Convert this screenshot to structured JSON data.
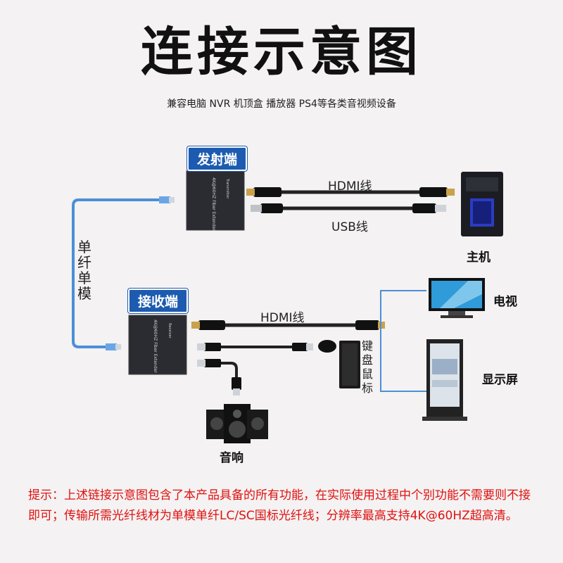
{
  "title": "连接示意图",
  "subtitle": "兼容电脑 NVR 机顶盒 播放器 PS4等各类音视频设备",
  "transmitter_badge": "发射端",
  "receiver_badge": "接收端",
  "fiber_label": "单纤单模",
  "cables": {
    "tx_hdmi": "HDMI线",
    "tx_usb": "USB线",
    "rx_hdmi": "HDMI线"
  },
  "devices": {
    "host": "主机",
    "tv": "电视",
    "display": "显示屏",
    "keyboard_mouse": "键盘鼠标",
    "audio": "音响"
  },
  "extender_text": {
    "model": "4K@60HZ Fiber Extender",
    "transmitter": "Transmitter",
    "receiver": "Receiver"
  },
  "note": "提示：上述链接示意图包含了本产品具备的所有功能，在实际使用过程中个别功能不需要则不接即可；传输所需光纤线材为单模单纤LC/SC国标光纤线；分辨率最高支持4K@60HZ超高清。",
  "colors": {
    "badge_blue": "#1d5bb0",
    "fiber_blue": "#4b8fd8",
    "note_red": "#e01010",
    "connector_gold": "#c9a24a"
  }
}
